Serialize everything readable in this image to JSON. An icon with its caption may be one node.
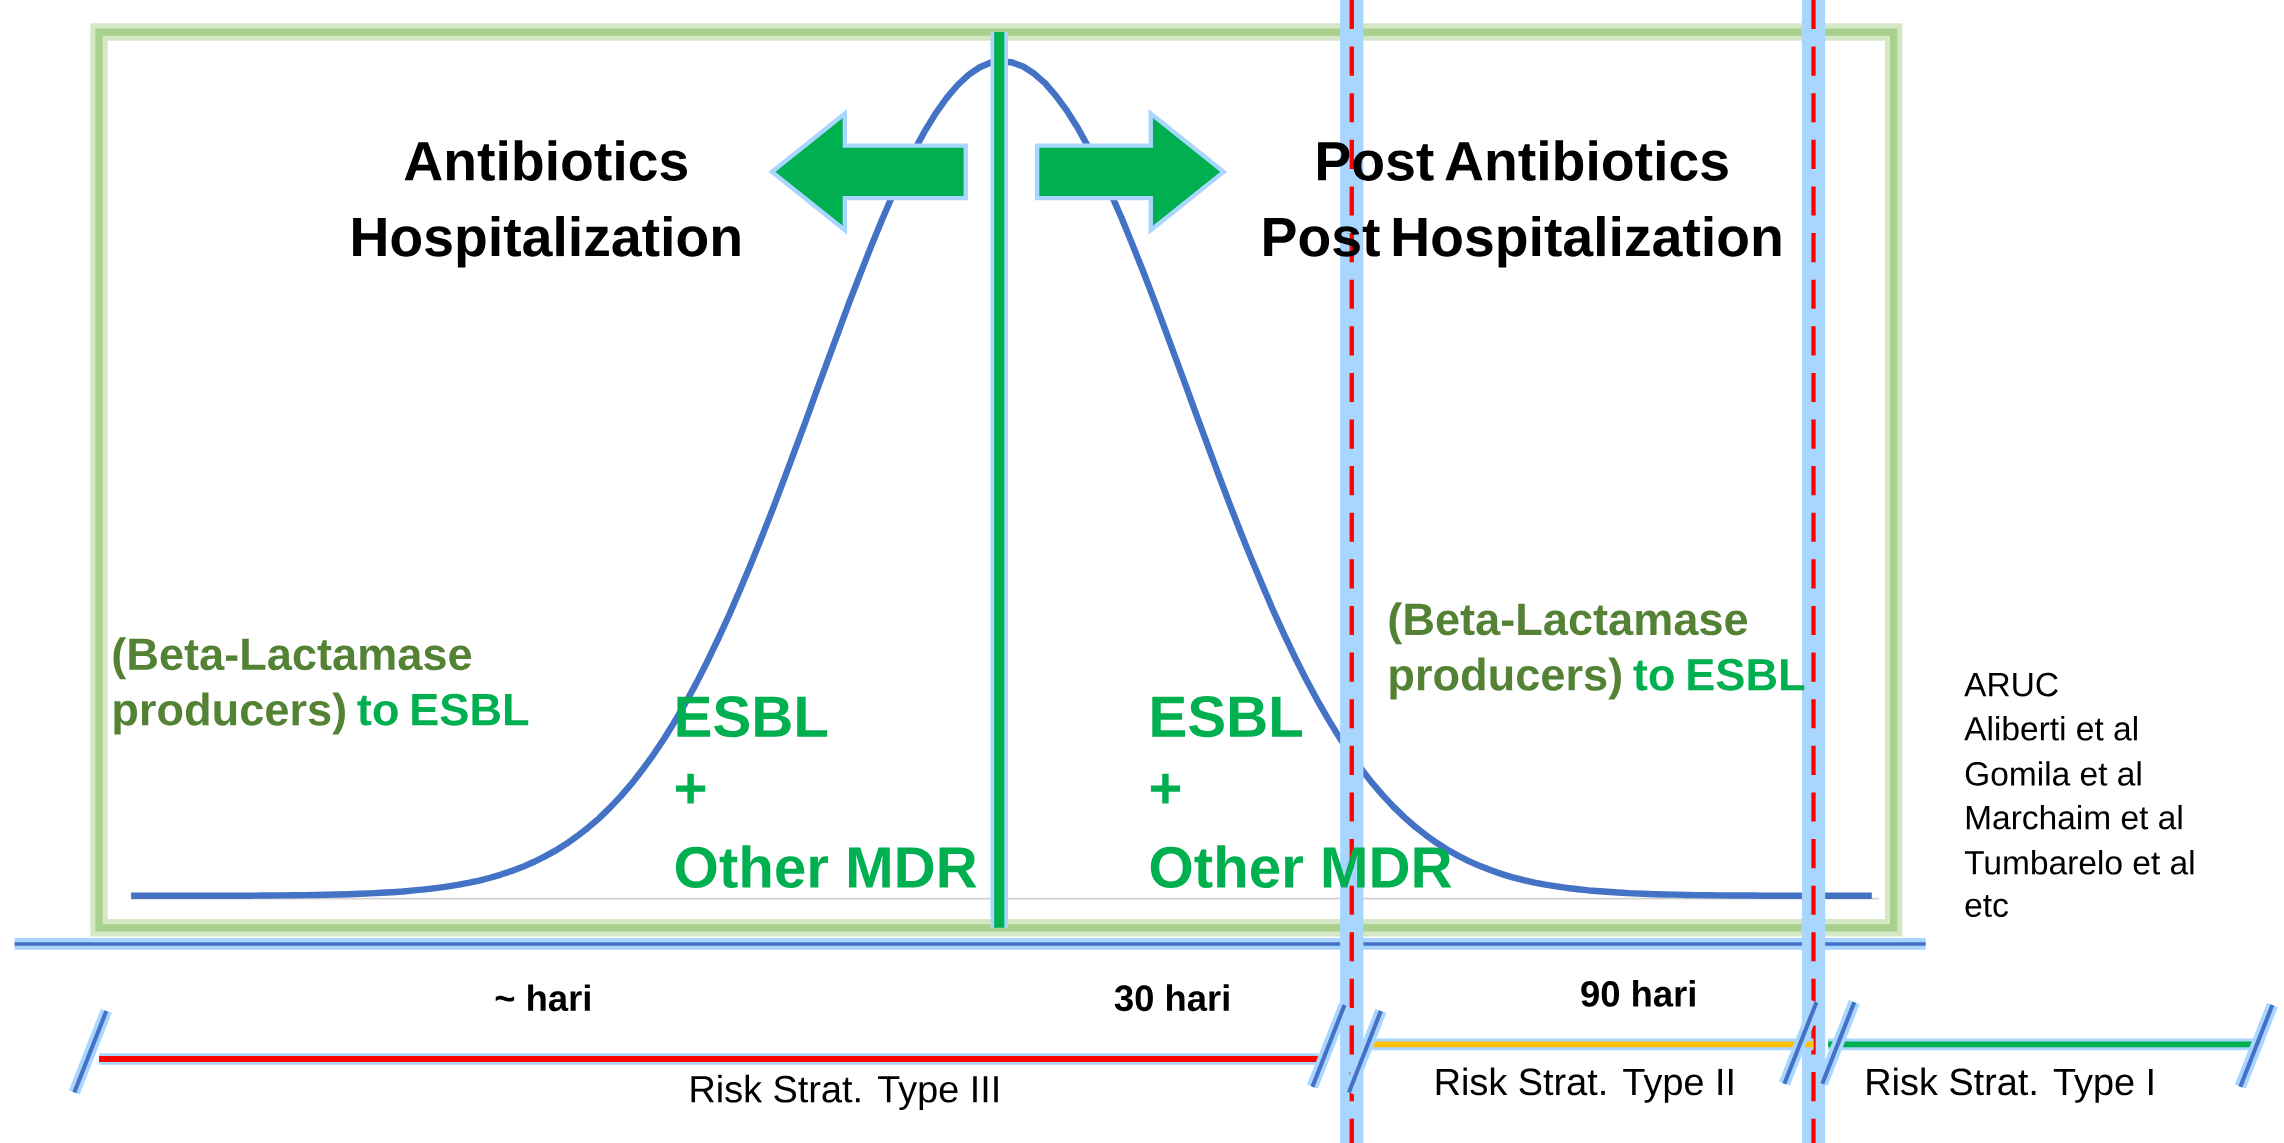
{
  "diagram": {
    "labels": [
      "Antibiotics Hospitalization",
      "Post Antibiotics Post Hospitalization",
      "(Beta-Lactamase producers)",
      "to ESBL",
      "ESBL",
      "+",
      "Other MDR",
      "ESBL",
      "+",
      "Other MDR",
      "(Beta-Lactamase producers)",
      "to ESBL",
      "ARUC",
      "Aliberti et al",
      "Gomila et al",
      "Marchaim et al",
      "Tumbarelo et al",
      "etc",
      "~ hari",
      "30 hari",
      "90 hari",
      "Risk Strat. Type III",
      "Risk Strat. Type II",
      "Risk Strat. Type  I"
    ]
  }
}
